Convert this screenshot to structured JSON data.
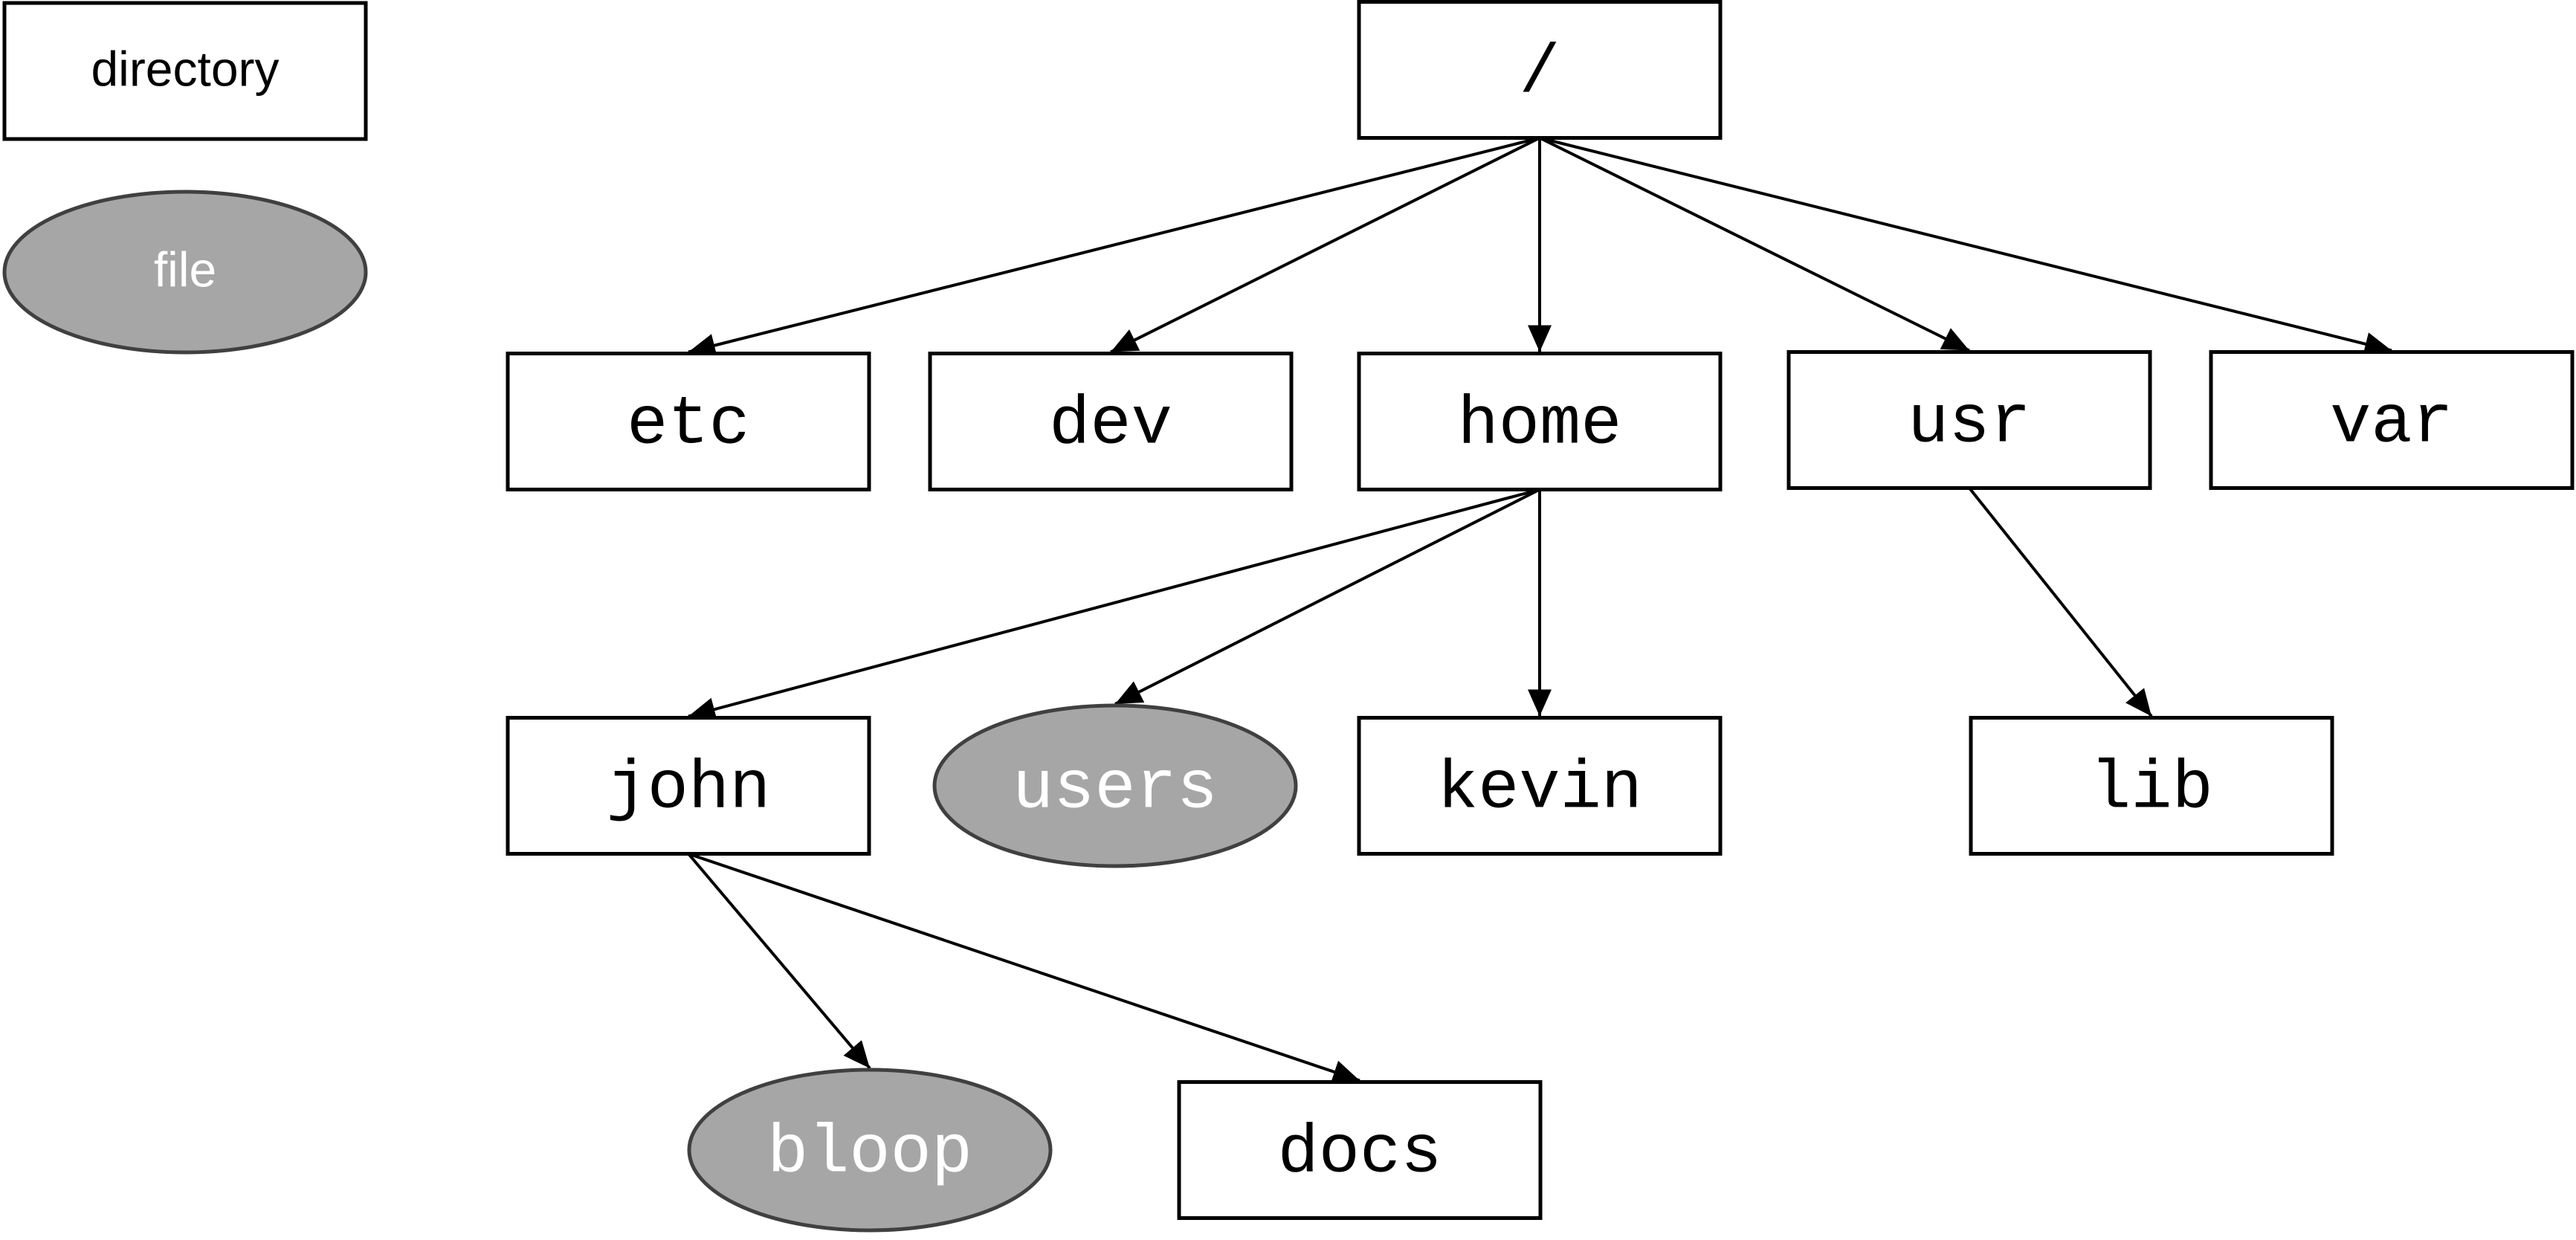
{
  "legend": {
    "directory_label": "directory",
    "file_label": "file"
  },
  "colors": {
    "directory_fill": "#ffffff",
    "directory_stroke": "#000000",
    "file_fill": "#a6a6a6",
    "file_stroke": "#404040",
    "file_text": "#ffffff",
    "directory_text": "#000000",
    "edge": "#000000"
  },
  "nodes": [
    {
      "id": "root",
      "label": "/",
      "kind": "directory"
    },
    {
      "id": "etc",
      "label": "etc",
      "kind": "directory"
    },
    {
      "id": "dev",
      "label": "dev",
      "kind": "directory"
    },
    {
      "id": "home",
      "label": "home",
      "kind": "directory"
    },
    {
      "id": "usr",
      "label": "usr",
      "kind": "directory"
    },
    {
      "id": "var",
      "label": "var",
      "kind": "directory"
    },
    {
      "id": "john",
      "label": "john",
      "kind": "directory"
    },
    {
      "id": "users",
      "label": "users",
      "kind": "file"
    },
    {
      "id": "kevin",
      "label": "kevin",
      "kind": "directory"
    },
    {
      "id": "lib",
      "label": "lib",
      "kind": "directory"
    },
    {
      "id": "bloop",
      "label": "bloop",
      "kind": "file"
    },
    {
      "id": "docs",
      "label": "docs",
      "kind": "directory"
    }
  ],
  "edges": [
    {
      "from": "root",
      "to": "etc"
    },
    {
      "from": "root",
      "to": "dev"
    },
    {
      "from": "root",
      "to": "home"
    },
    {
      "from": "root",
      "to": "usr"
    },
    {
      "from": "root",
      "to": "var"
    },
    {
      "from": "home",
      "to": "john"
    },
    {
      "from": "home",
      "to": "users"
    },
    {
      "from": "home",
      "to": "kevin"
    },
    {
      "from": "usr",
      "to": "lib"
    },
    {
      "from": "john",
      "to": "bloop"
    },
    {
      "from": "john",
      "to": "docs"
    }
  ]
}
